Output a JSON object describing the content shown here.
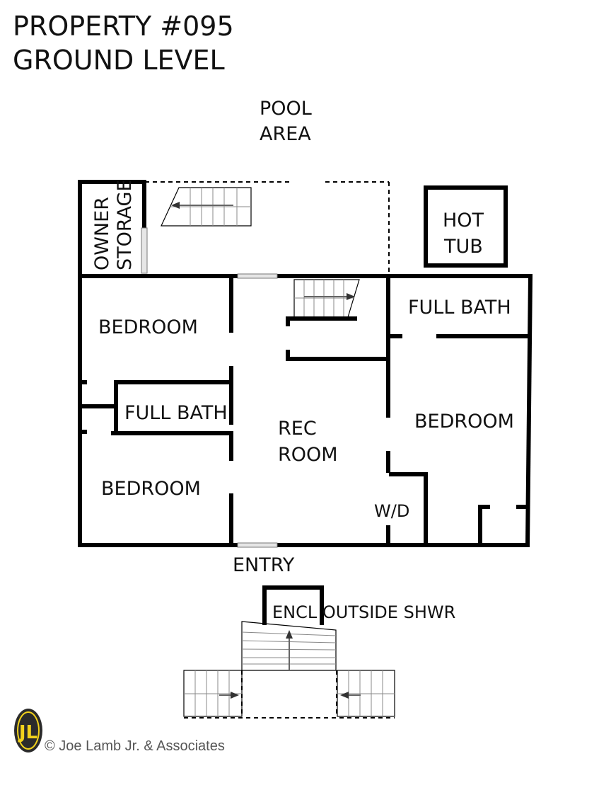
{
  "title": {
    "line1": "PROPERTY #095",
    "line2": "GROUND LEVEL"
  },
  "labels": {
    "pool_line1": "POOL",
    "pool_line2": "AREA",
    "owner_storage_line1": "OWNER",
    "owner_storage_line2": "STORAGE",
    "hot_tub_line1": "HOT",
    "hot_tub_line2": "TUB",
    "bedroom_top_left": "BEDROOM",
    "full_bath_left": "FULL BATH",
    "bedroom_bottom_left": "BEDROOM",
    "rec_room_line1": "REC",
    "rec_room_line2": "ROOM",
    "full_bath_right": "FULL BATH",
    "bedroom_right": "BEDROOM",
    "wd": "W/D",
    "entry": "ENTRY",
    "outside_shower": "ENCL OUTSIDE SHWR"
  },
  "logo": {
    "letters": "JL",
    "accent_color": "#f2d21c",
    "dark_color": "#2b2b2b"
  },
  "credit": "© Joe Lamb Jr. & Associates"
}
